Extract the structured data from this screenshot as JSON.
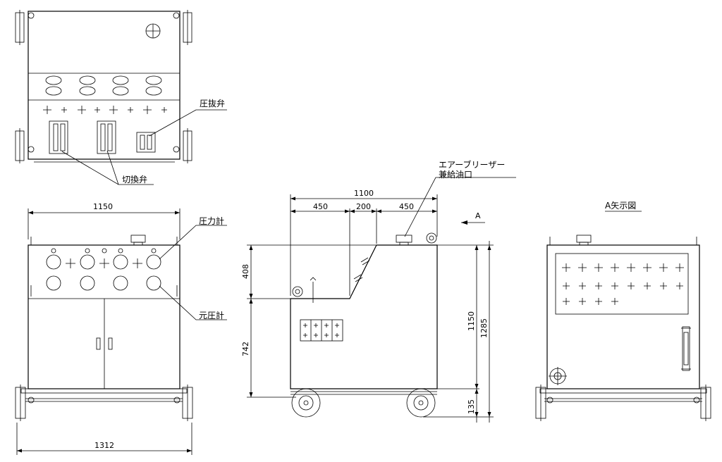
{
  "labels": {
    "relief_valve": "圧抜弁",
    "switch_valve": "切換弁",
    "pressure_gauge": "圧力計",
    "source_pressure_gauge": "元圧計",
    "air_breather_line1": "エアーブリーザー",
    "air_breather_line2": "兼給油口",
    "view_a_arrow": "A",
    "view_a_title": "A矢示図"
  },
  "dimensions": {
    "front_width": "1150",
    "overall_width": "1312",
    "side_total": "1100",
    "side_seg1": "450",
    "side_seg2": "200",
    "side_seg3": "450",
    "upper_height": "408",
    "lower_height": "742",
    "body_height": "1150",
    "total_height": "1285",
    "wheel_height": "135"
  },
  "colors": {
    "line": "#000000",
    "background": "#ffffff"
  }
}
